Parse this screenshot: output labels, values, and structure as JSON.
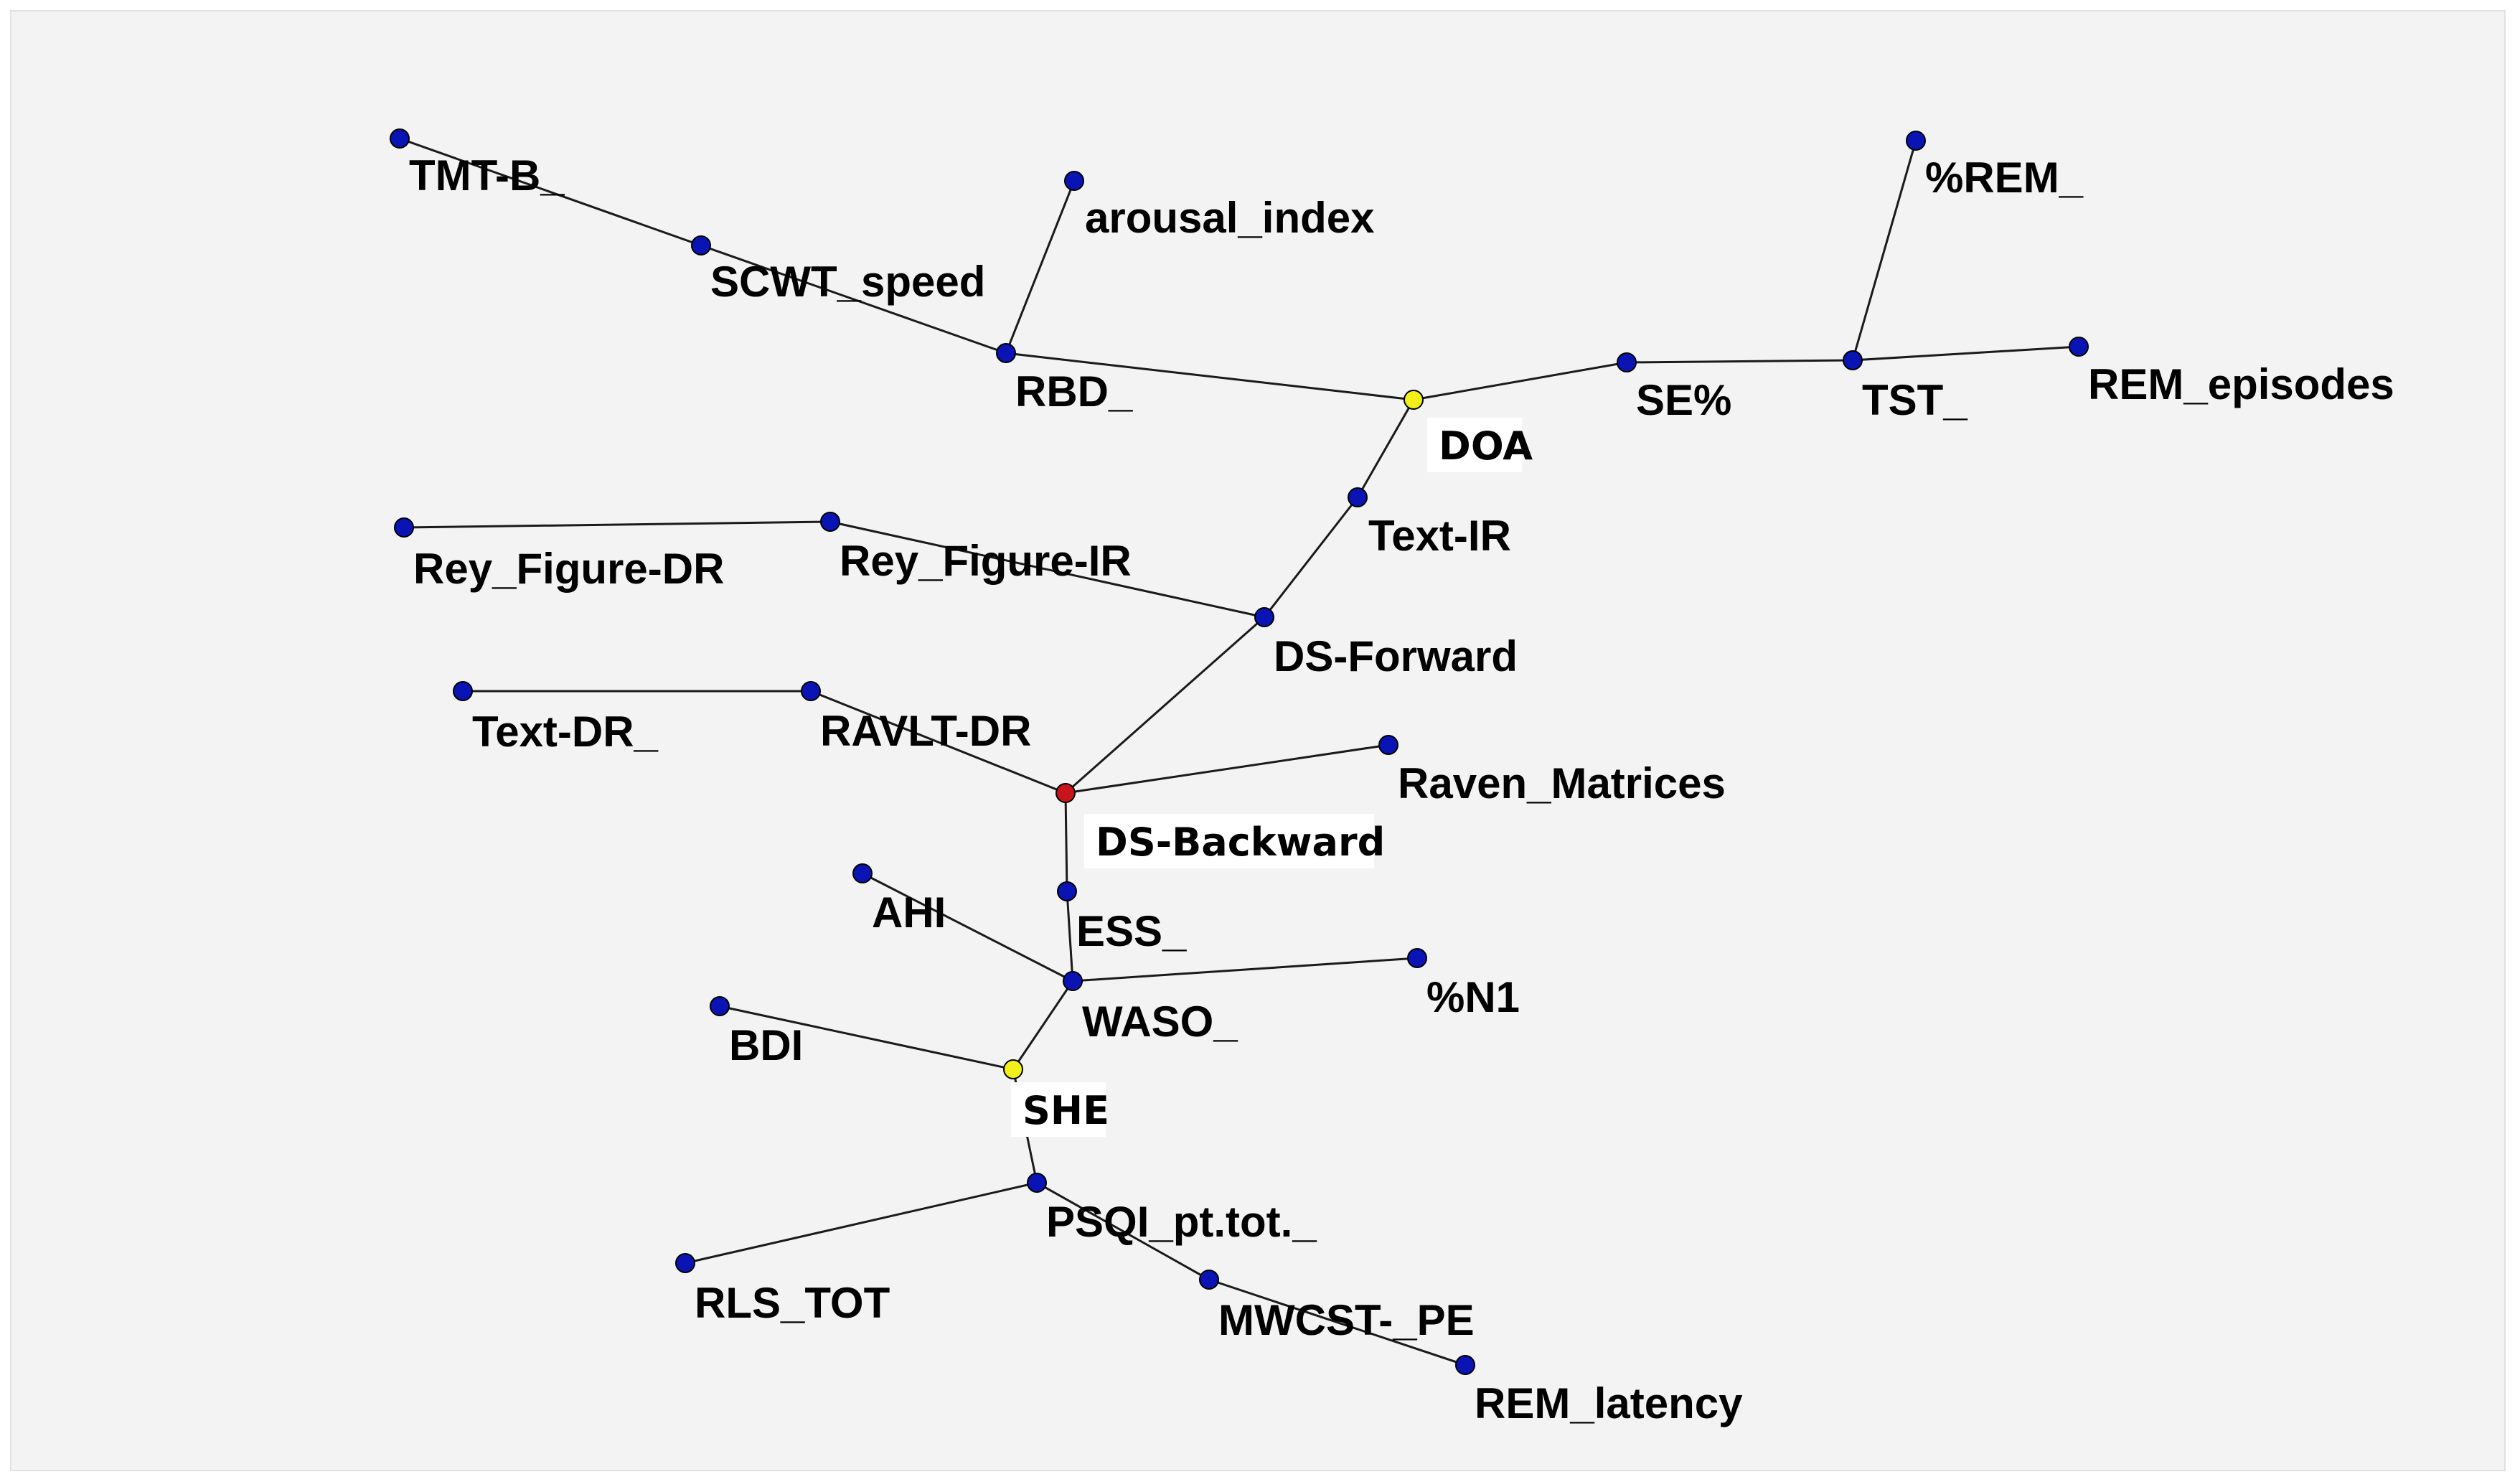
{
  "diagram": {
    "nodes": [
      {
        "id": "TMT-B_",
        "label": "TMT-B_",
        "kind": "normal"
      },
      {
        "id": "SCWT_speed",
        "label": "SCWT_speed",
        "kind": "normal"
      },
      {
        "id": "arousal_index",
        "label": "arousal_index",
        "kind": "normal"
      },
      {
        "id": "RBD_",
        "label": "RBD_",
        "kind": "normal"
      },
      {
        "id": "DOA",
        "label": "DOA",
        "kind": "hub-yellow"
      },
      {
        "id": "SE%",
        "label": "SE%",
        "kind": "normal"
      },
      {
        "id": "TST_",
        "label": "TST_",
        "kind": "normal"
      },
      {
        "id": "%REM_",
        "label": "%REM_",
        "kind": "normal"
      },
      {
        "id": "REM_episodes",
        "label": "REM_episodes",
        "kind": "normal"
      },
      {
        "id": "Text-IR",
        "label": "Text-IR",
        "kind": "normal"
      },
      {
        "id": "Rey_Figure-DR",
        "label": "Rey_Figure-DR",
        "kind": "normal"
      },
      {
        "id": "Rey_Figure-IR",
        "label": "Rey_Figure-IR",
        "kind": "normal"
      },
      {
        "id": "DS-Forward",
        "label": "DS-Forward",
        "kind": "normal"
      },
      {
        "id": "Text-DR_",
        "label": "Text-DR_",
        "kind": "normal"
      },
      {
        "id": "RAVLT-DR",
        "label": "RAVLT-DR",
        "kind": "normal"
      },
      {
        "id": "DS-Backward",
        "label": "DS-Backward",
        "kind": "hub-red"
      },
      {
        "id": "Raven_Matrices",
        "label": "Raven_Matrices",
        "kind": "normal"
      },
      {
        "id": "ESS_",
        "label": "ESS_",
        "kind": "normal"
      },
      {
        "id": "AHI",
        "label": "AHI",
        "kind": "normal"
      },
      {
        "id": "WASO_",
        "label": "WASO_",
        "kind": "normal"
      },
      {
        "id": "%N1",
        "label": "%N1",
        "kind": "normal"
      },
      {
        "id": "BDI",
        "label": "BDI",
        "kind": "normal"
      },
      {
        "id": "SHE",
        "label": "SHE",
        "kind": "hub-yellow"
      },
      {
        "id": "PSQI_pt.tot._",
        "label": "PSQI_pt.tot._",
        "kind": "normal"
      },
      {
        "id": "RLS_TOT",
        "label": "RLS_TOT",
        "kind": "normal"
      },
      {
        "id": "MWCST-_PE",
        "label": "MWCST-_PE",
        "kind": "normal"
      },
      {
        "id": "REM_latency",
        "label": "REM_latency",
        "kind": "normal"
      }
    ],
    "edges": [
      [
        "TMT-B_",
        "SCWT_speed"
      ],
      [
        "SCWT_speed",
        "RBD_"
      ],
      [
        "arousal_index",
        "RBD_"
      ],
      [
        "RBD_",
        "DOA"
      ],
      [
        "DOA",
        "SE%"
      ],
      [
        "SE%",
        "TST_"
      ],
      [
        "TST_",
        "%REM_"
      ],
      [
        "TST_",
        "REM_episodes"
      ],
      [
        "DOA",
        "Text-IR"
      ],
      [
        "Text-IR",
        "DS-Forward"
      ],
      [
        "Rey_Figure-DR",
        "Rey_Figure-IR"
      ],
      [
        "Rey_Figure-IR",
        "DS-Forward"
      ],
      [
        "DS-Forward",
        "DS-Backward"
      ],
      [
        "Text-DR_",
        "RAVLT-DR"
      ],
      [
        "RAVLT-DR",
        "DS-Backward"
      ],
      [
        "DS-Backward",
        "Raven_Matrices"
      ],
      [
        "DS-Backward",
        "ESS_"
      ],
      [
        "ESS_",
        "WASO_"
      ],
      [
        "AHI",
        "WASO_"
      ],
      [
        "WASO_",
        "%N1"
      ],
      [
        "WASO_",
        "SHE"
      ],
      [
        "BDI",
        "SHE"
      ],
      [
        "SHE",
        "PSQI_pt.tot._"
      ],
      [
        "PSQI_pt.tot._",
        "RLS_TOT"
      ],
      [
        "PSQI_pt.tot._",
        "MWCST-_PE"
      ],
      [
        "MWCST-_PE",
        "REM_latency"
      ]
    ],
    "colors": {
      "node": "#0a14b4",
      "hub_yellow": "#f2f01a",
      "hub_red": "#c8141a",
      "edge": "#1a1a1a",
      "background": "#f3f3f3"
    }
  }
}
